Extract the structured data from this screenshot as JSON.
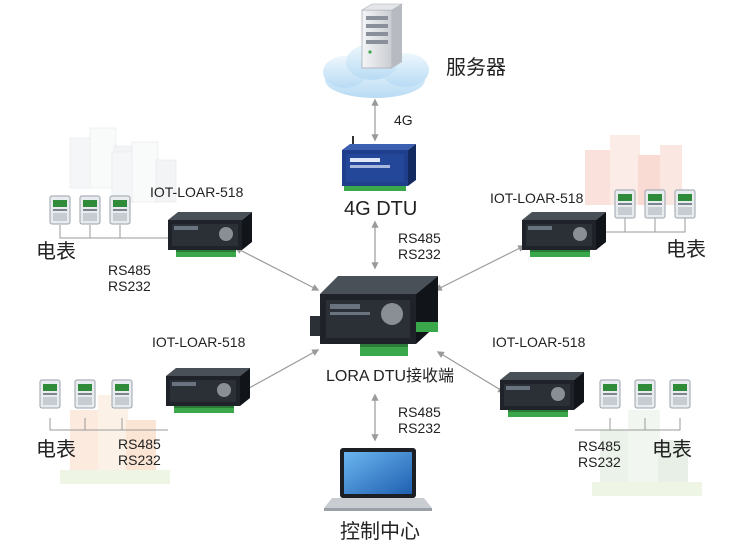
{
  "nodes": {
    "server": {
      "label": "服务器"
    },
    "dtu_4g": {
      "label": "4G DTU"
    },
    "receiver": {
      "label": "LORA DTU接收端"
    },
    "control": {
      "label": "控制中心"
    },
    "lora_tl": {
      "label": "IOT-LOAR-518"
    },
    "lora_tr": {
      "label": "IOT-LOAR-518"
    },
    "lora_bl": {
      "label": "IOT-LOAR-518"
    },
    "lora_br": {
      "label": "IOT-LOAR-518"
    },
    "meter_tl": {
      "label": "电表"
    },
    "meter_tr": {
      "label": "电表"
    },
    "meter_bl": {
      "label": "电表"
    },
    "meter_br": {
      "label": "电表"
    }
  },
  "links": {
    "server_4g": {
      "label": "4G"
    },
    "dtu_receiver": {
      "line1": "RS485",
      "line2": "RS232"
    },
    "receiver_control": {
      "line1": "RS485",
      "line2": "RS232"
    },
    "meter_tl_link": {
      "line1": "RS485",
      "line2": "RS232"
    },
    "meter_bl_link": {
      "line1": "RS485",
      "line2": "RS232"
    },
    "meter_br_link": {
      "line1": "RS485",
      "line2": "RS232"
    }
  },
  "colors": {
    "device_body": "#2b2f36",
    "device_top": "#4a5058",
    "terminal_green": "#3aa84a",
    "cloud": "#d6ecfb",
    "arrow": "#9a9a9a",
    "meter_body": "#e9ecef",
    "meter_screen": "#2f8a3a",
    "dtu_blue": "#1f3f8c",
    "laptop_screen": "#2f7fd6"
  },
  "icons": [
    "server-icon",
    "cloud-icon",
    "dtu-4g-icon",
    "lora-device-icon",
    "meter-icon",
    "building-icon",
    "laptop-icon"
  ]
}
